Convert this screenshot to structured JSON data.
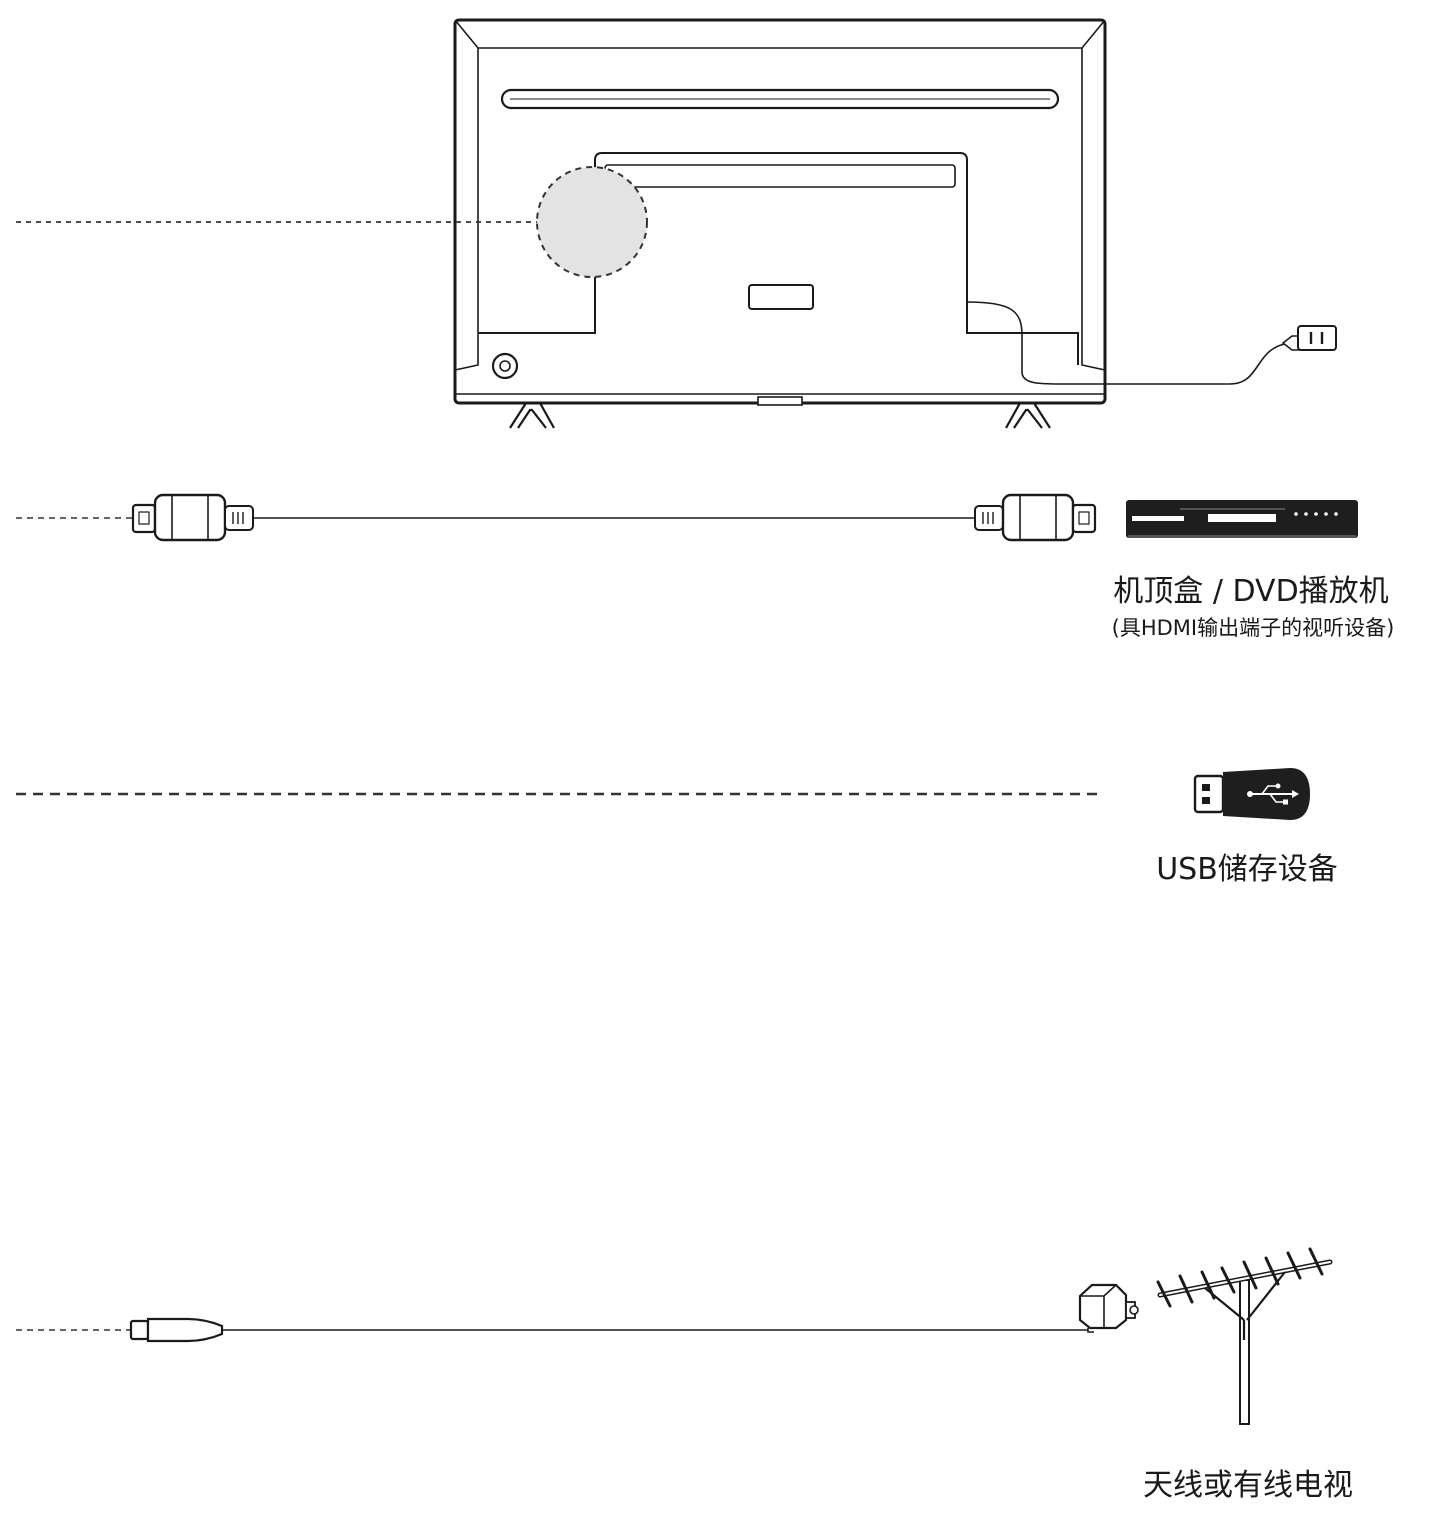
{
  "devices": {
    "stb_dvd": {
      "name": "机顶盒 / DVD播放机",
      "note": "(具HDMI输出端子的视听设备)"
    },
    "usb": {
      "name": "USB储存设备"
    },
    "antenna": {
      "name": "天线或有线电视"
    }
  },
  "icons": [
    "tv-back-panel",
    "port-zoom-circle",
    "power-plug-icon",
    "hdmi-connector-icon",
    "dvd-player-icon",
    "usb-drive-icon",
    "usb-symbol-icon",
    "coax-connector-icon",
    "rf-adapter-icon",
    "antenna-icon"
  ],
  "colors": {
    "line": "#1a1a1a",
    "highlight": "#e3e3e3",
    "device_fill": "#1e1e1e"
  }
}
